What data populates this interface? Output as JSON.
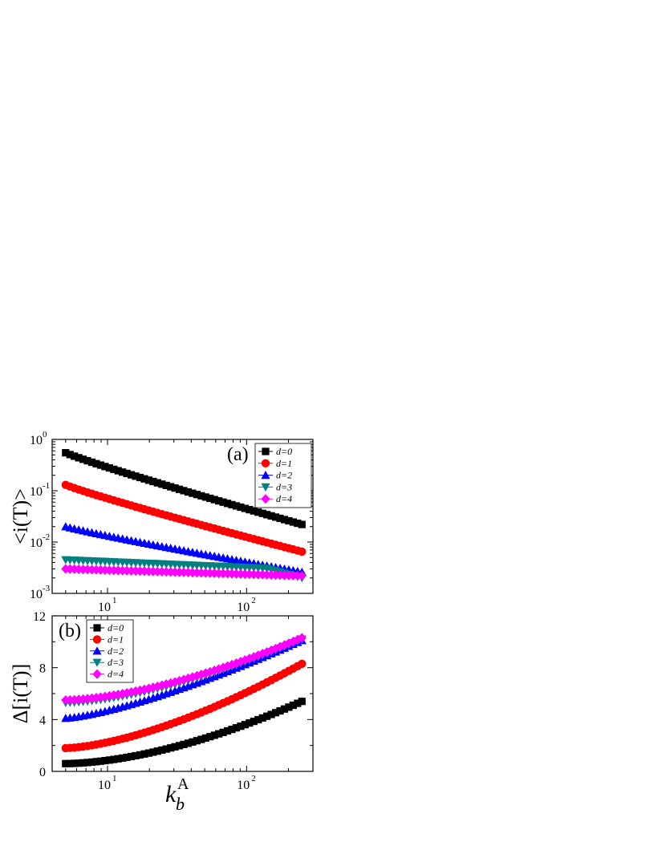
{
  "figure": {
    "x_axis": {
      "scale": "log",
      "range": [
        4,
        300
      ],
      "tick_labels": [
        {
          "base": "10",
          "exp": "1",
          "value": 10
        },
        {
          "base": "10",
          "exp": "2",
          "value": 100
        }
      ],
      "label_main": "k",
      "label_sub": "b",
      "label_sup": "A"
    }
  },
  "chart_data": [
    {
      "type": "scatter",
      "panel_tag": "(a)",
      "y_scale": "log",
      "ylim": [
        0.001,
        1
      ],
      "ylabel": "<i(T)>",
      "y_tick_labels": [
        {
          "base": "10",
          "exp": "0",
          "value": 1
        },
        {
          "base": "10",
          "exp": "-1",
          "value": 0.1
        },
        {
          "base": "10",
          "exp": "-2",
          "value": 0.01
        },
        {
          "base": "10",
          "exp": "-3",
          "value": 0.001
        }
      ],
      "legend_placement": "top-right",
      "series": [
        {
          "name": "d=0",
          "color": "#000000",
          "marker": "square",
          "y_start": 0.55,
          "y_end": 0.022
        },
        {
          "name": "d=1",
          "color": "#ff0000",
          "marker": "circle",
          "y_start": 0.13,
          "y_end": 0.0065
        },
        {
          "name": "d=2",
          "color": "#0000ff",
          "marker": "triangle-up",
          "y_start": 0.02,
          "y_end": 0.0026
        },
        {
          "name": "d=3",
          "color": "#008080",
          "marker": "triangle-down",
          "y_start": 0.0045,
          "y_end": 0.002
        },
        {
          "name": "d=4",
          "color": "#ff00ff",
          "marker": "diamond",
          "y_start": 0.003,
          "y_end": 0.0022
        }
      ]
    },
    {
      "type": "scatter",
      "panel_tag": "(b)",
      "y_scale": "linear",
      "ylim": [
        0,
        12
      ],
      "ylabel": "Δ[i(T)]",
      "y_tick_labels": [
        {
          "label": "0",
          "value": 0
        },
        {
          "label": "4",
          "value": 4
        },
        {
          "label": "8",
          "value": 8
        },
        {
          "label": "12",
          "value": 12
        }
      ],
      "legend_placement": "top-left",
      "series": [
        {
          "name": "d=0",
          "color": "#000000",
          "marker": "square",
          "y_start": 0.6,
          "y_end": 5.4
        },
        {
          "name": "d=1",
          "color": "#ff0000",
          "marker": "circle",
          "y_start": 1.8,
          "y_end": 8.3
        },
        {
          "name": "d=2",
          "color": "#0000ff",
          "marker": "triangle-up",
          "y_start": 4.1,
          "y_end": 10.1
        },
        {
          "name": "d=3",
          "color": "#008080",
          "marker": "triangle-down",
          "y_start": 5.3,
          "y_end": 10.2
        },
        {
          "name": "d=4",
          "color": "#ff00ff",
          "marker": "diamond",
          "y_start": 5.5,
          "y_end": 10.3
        }
      ]
    }
  ]
}
